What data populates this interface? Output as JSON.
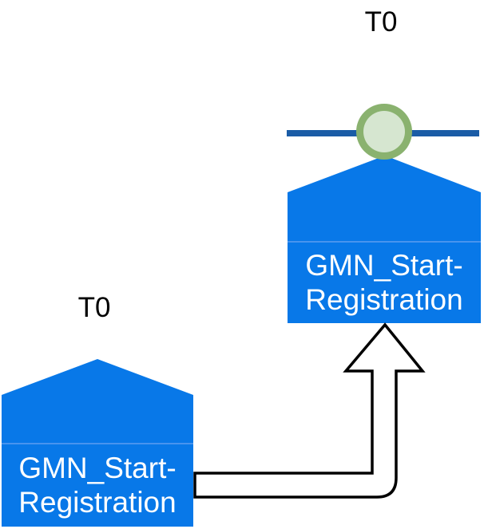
{
  "diagram": {
    "left_event": {
      "time_label": "T0",
      "name": "GMN_Start-\nRegistration"
    },
    "right_event": {
      "time_label": "T0",
      "name": "GMN_Start-\nRegistration"
    }
  },
  "colors": {
    "event_shape_blue": "#0878E8",
    "label_divider_blue": "#5E9EF0",
    "timeline_blue": "#1A5CA6",
    "milestone_ring_green": "#8AB26F",
    "milestone_fill_green": "#D6E6D0",
    "connector_outline": "#000000",
    "connector_fill": "#FFFFFF",
    "event_text": "#FFFFFF",
    "time_text": "#000000"
  }
}
